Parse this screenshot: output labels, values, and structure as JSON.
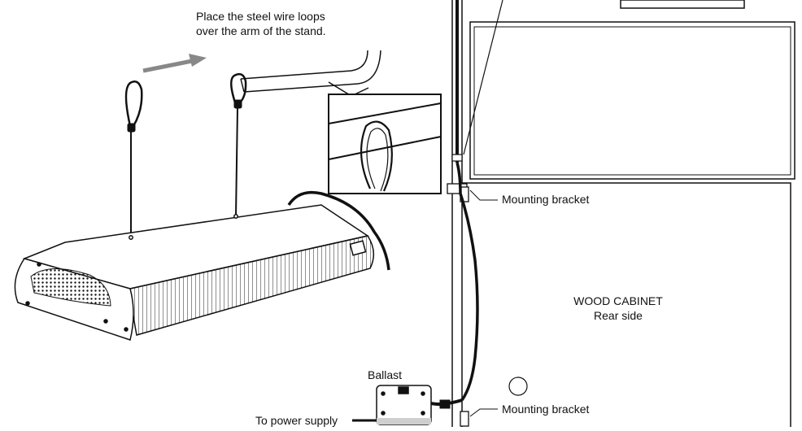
{
  "annotations": {
    "instruction_line1": "Place the steel wire loops",
    "instruction_line2": "over the arm of the stand.",
    "bracket_upper": "Mounting bracket",
    "bracket_lower": "Mounting bracket",
    "cabinet_title": "WOOD CABINET",
    "cabinet_subtitle": "Rear side",
    "ballast": "Ballast",
    "power_supply": "To power supply"
  },
  "colors": {
    "ink": "#111111",
    "arrow": "#888888",
    "paper": "#ffffff",
    "shade": "#cfcfcf"
  }
}
